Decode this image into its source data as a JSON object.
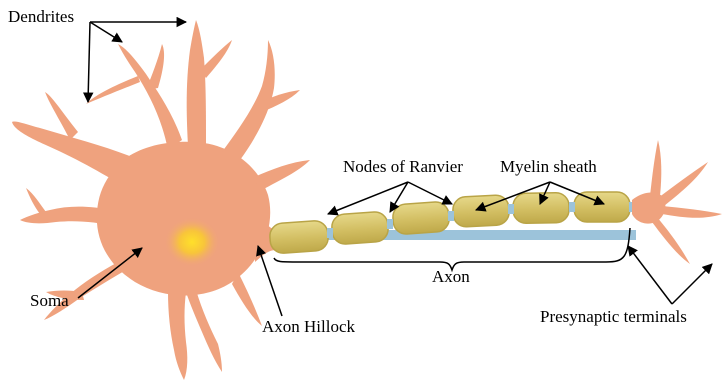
{
  "labels": {
    "dendrites": "Dendrites",
    "nodes_of_ranvier": "Nodes of Ranvier",
    "myelin_sheath": "Myelin sheath",
    "axon": "Axon",
    "soma": "Soma",
    "axon_hillock": "Axon Hillock",
    "presynaptic_terminals": "Presynaptic terminals"
  },
  "colors": {
    "cell_body": "#EFA27E",
    "nucleus_glow": "#FFD21E",
    "myelin": "#D6C36A",
    "myelin_edge": "#B9A447",
    "node": "#9CC3DA",
    "axon_core": "#E8A27A",
    "line": "#000000"
  }
}
